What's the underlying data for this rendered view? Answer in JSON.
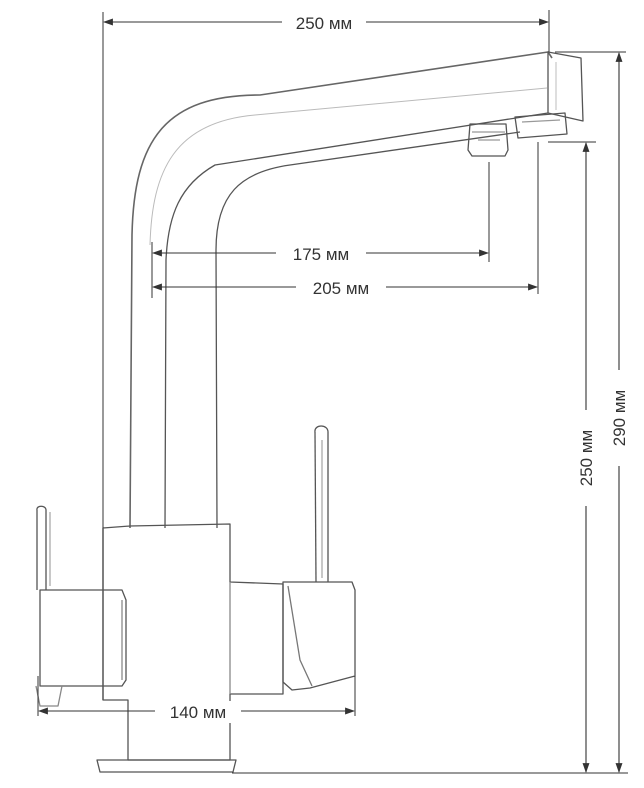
{
  "dimensions": {
    "top_width": "250 мм",
    "spout_reach_inner": "175 мм",
    "spout_reach_outer": "205 мм",
    "body_width": "140 мм",
    "height_to_outlet": "250 мм",
    "total_height": "290 мм"
  },
  "colors": {
    "line": "#333333",
    "outline": "#555555",
    "shade": "#9a9a9a"
  }
}
